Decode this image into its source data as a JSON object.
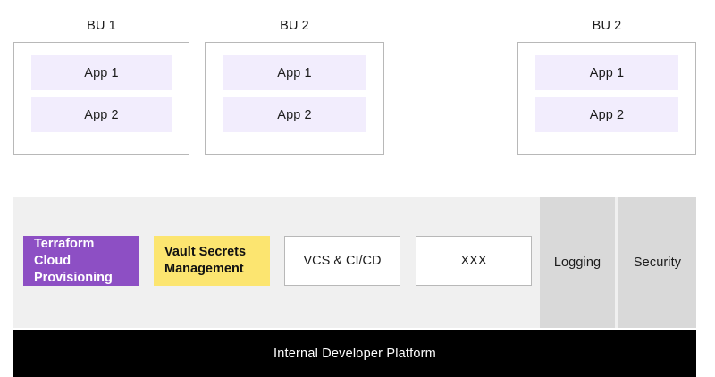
{
  "diagram": {
    "title": "Internal Developer Platform",
    "business_units": [
      {
        "name": "bu-1",
        "label": "BU 1",
        "apps": [
          {
            "label": "App 1"
          },
          {
            "label": "App 2"
          }
        ]
      },
      {
        "name": "bu-2-middle",
        "label": "BU 2",
        "apps": [
          {
            "label": "App 1"
          },
          {
            "label": "App 2"
          }
        ]
      },
      {
        "name": "bu-2-right",
        "label": "BU 2",
        "apps": [
          {
            "label": "App 1"
          },
          {
            "label": "App 2"
          }
        ]
      }
    ],
    "platform": {
      "capabilities": [
        {
          "name": "terraform-cloud-provisioning",
          "label": "Terraform Cloud Provisioning",
          "style": "filled-purple",
          "color": "#8D4FC4"
        },
        {
          "name": "vault-secrets-management",
          "label": "Vault Secrets Management",
          "style": "filled-yellow",
          "color": "#FCE570"
        },
        {
          "name": "vcs-ci-cd",
          "label": "VCS & CI/CD",
          "style": "outlined",
          "color": "#FFFFFF"
        },
        {
          "name": "placeholder",
          "label": "XXX",
          "style": "outlined",
          "color": "#FFFFFF"
        }
      ],
      "side_columns": [
        {
          "name": "logging",
          "label": "Logging",
          "color": "#D9D9D9"
        },
        {
          "name": "security",
          "label": "Security",
          "color": "#D9D9D9"
        }
      ],
      "band_color": "#F0F0F0",
      "footer": {
        "label": "Internal Developer Platform",
        "background": "#000000",
        "text_color": "#FFFFFF"
      }
    },
    "colors": {
      "app_fill": "#F2EDFD",
      "box_border": "#B8B8B8",
      "canvas": "#FFFFFF",
      "text": "#1B1B1B"
    }
  }
}
